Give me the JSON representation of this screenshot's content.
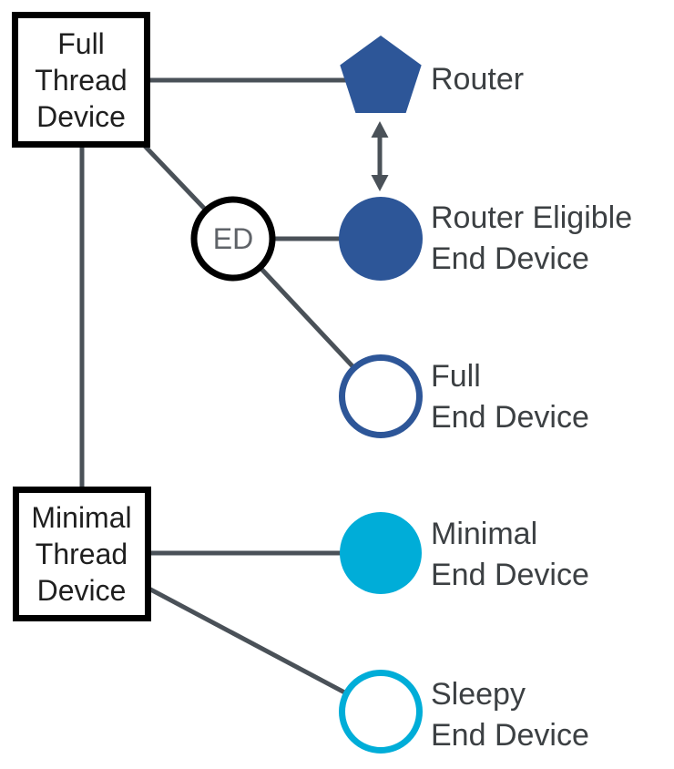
{
  "colors": {
    "brand_blue": "#2D5698",
    "brand_cyan": "#00ADD8",
    "connector_gray": "#4A5158",
    "label_text": "#3C4043",
    "box_text": "#1F1F1F",
    "outline_black": "#000000"
  },
  "boxes": {
    "full_thread_device": {
      "line1": "Full",
      "line2": "Thread",
      "line3": "Device"
    },
    "minimal_thread_device": {
      "line1": "Minimal",
      "line2": "Thread",
      "line3": "Device"
    }
  },
  "nodes": {
    "ed_badge": "ED",
    "router": "Router",
    "reed_line1": "Router Eligible",
    "reed_line2": "End Device",
    "fed_line1": "Full",
    "fed_line2": "End Device",
    "med_line1": "Minimal",
    "med_line2": "End Device",
    "sed_line1": "Sleepy",
    "sed_line2": "End Device"
  }
}
